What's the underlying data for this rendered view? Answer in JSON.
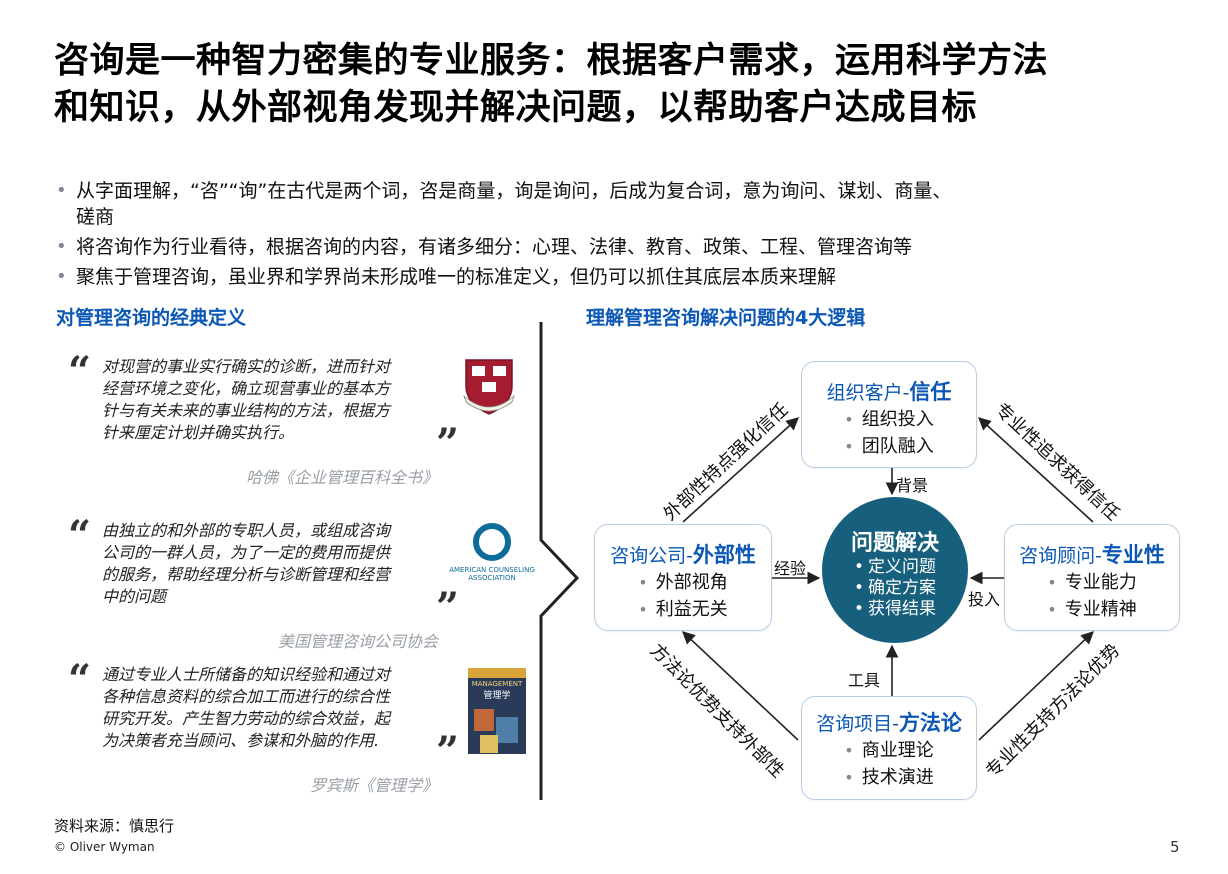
{
  "title": {
    "line1": "咨询是一种智力密集的专业服务：根据客户需求，运用科学方法",
    "line2": "和知识，从外部视角发现并解决问题，以帮助客户达成目标"
  },
  "bullets": [
    {
      "text": "从字面理解，“咨”“询”在古代是两个词，咨是商量，询是询问，后成为复合词，意为询问、谋划、商量、",
      "cont": "磋商"
    },
    {
      "text": "将咨询作为行业看待，根据咨询的内容，有诸多细分：心理、法律、教育、政策、工程、管理咨询等"
    },
    {
      "text": "聚焦于管理咨询，虽业界和学界尚未形成唯一的标准定义，但仍可以抓住其底层本质来理解"
    }
  ],
  "bullet_symbol": "•",
  "left_heading": "对管理咨询的经典定义",
  "right_heading": "理解管理咨询解决问题的4大逻辑",
  "quote_open": "“",
  "quote_close": "”",
  "quotes": [
    {
      "lines": [
        "对现营的事业实行确实的诊断，进而针对",
        "经营环境之变化，确立现营事业的基本方",
        "针与有关未来的事业结构的方法，根据方",
        "针来厘定计划并确实执行。"
      ],
      "source": "哈佛《企业管理百科全书》",
      "logo": "harvard-shield"
    },
    {
      "lines": [
        "由独立的和外部的专职人员，或组成咨询",
        "公司的一群人员，为了一定的费用而提供",
        "的服务，帮助经理分析与诊断管理和经营",
        "中的问题"
      ],
      "source": "美国管理咨询公司协会",
      "logo": "aca-logo",
      "logo_text": [
        "AMERICAN COUNSELING",
        "ASSOCIATION"
      ]
    },
    {
      "lines": [
        "通过专业人士所储备的知识经验和通过对",
        "各种信息资料的综合加工而进行的综合性",
        "研究开发。产生智力劳动的综合效益，起",
        "为决策者充当顾问、参谋和外脑的作用."
      ],
      "source": "罗宾斯《管理学》",
      "logo": "book-cover",
      "book_text": [
        "MANAGEMENT",
        "管理学"
      ]
    }
  ],
  "nodes": {
    "top": {
      "prefix": "组织客户-",
      "bold": "信任",
      "items": [
        "组织投入",
        "团队融入"
      ]
    },
    "left": {
      "prefix": "咨询公司-",
      "bold": "外部性",
      "items": [
        "外部视角",
        "利益无关"
      ]
    },
    "right": {
      "prefix": "咨询顾问-",
      "bold": "专业性",
      "items": [
        "专业能力",
        "专业精神"
      ]
    },
    "bottom": {
      "prefix": "咨询项目-",
      "bold": "方法论",
      "items": [
        "商业理论",
        "技术演进"
      ]
    }
  },
  "center": {
    "title": "问题解决",
    "items": [
      "定义问题",
      "确定方案",
      "获得结果"
    ]
  },
  "arrow_labels": {
    "top": "背景",
    "left": "经验",
    "right": "投入",
    "bottom": "工具"
  },
  "diagonal_labels": {
    "top_left": "外部性特点强化信任",
    "top_right": "专业性追求获得信任",
    "bottom_left": "方法论优势支持外部性",
    "bottom_right": "专业性支持方法论优势"
  },
  "footer": {
    "source": "资料来源：慎思行",
    "copyright": "© Oliver Wyman",
    "page": "5"
  },
  "colors": {
    "accent_blue": "#0b57b5",
    "center_teal": "#16607d",
    "node_border": "#b8cfe6",
    "source_gray": "#9aa0a6"
  }
}
